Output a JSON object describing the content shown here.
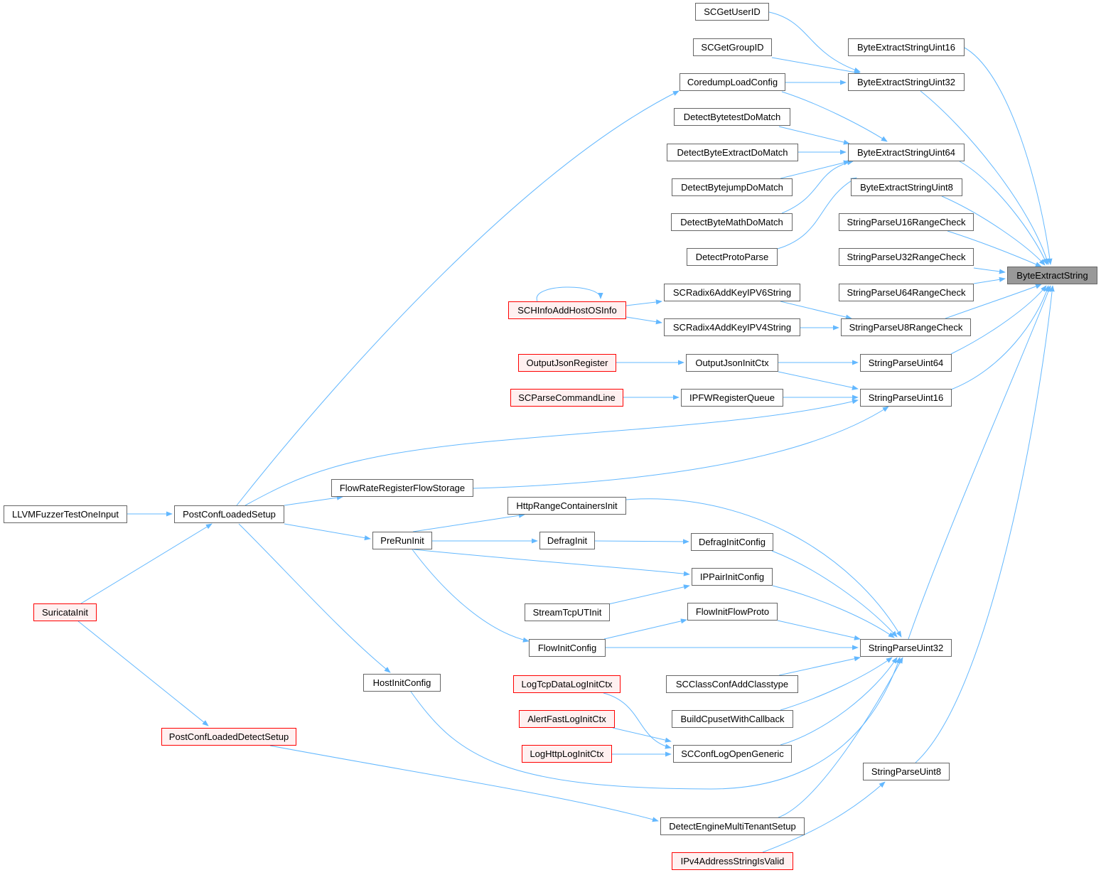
{
  "graph": {
    "edge_color": "#63b8ff",
    "node_border_color": "#666666",
    "truncated_border_color": "#ff0000",
    "truncated_fill_color": "#fff0f0",
    "root_fill_color": "#999999",
    "nodes": {
      "ByteExtractString": "ByteExtractString",
      "SCGetUserID": "SCGetUserID",
      "SCGetGroupID": "SCGetGroupID",
      "CoredumpLoadConfig": "CoredumpLoadConfig",
      "DetectBytetestDoMatch": "DetectBytetestDoMatch",
      "DetectByteExtractDoMatch": "DetectByteExtractDoMatch",
      "DetectBytejumpDoMatch": "DetectBytejumpDoMatch",
      "DetectByteMathDoMatch": "DetectByteMathDoMatch",
      "DetectProtoParse": "DetectProtoParse",
      "ByteExtractStringUint16": "ByteExtractStringUint16",
      "ByteExtractStringUint32": "ByteExtractStringUint32",
      "ByteExtractStringUint64": "ByteExtractStringUint64",
      "ByteExtractStringUint8": "ByteExtractStringUint8",
      "StringParseU16RangeCheck": "StringParseU16RangeCheck",
      "StringParseU32RangeCheck": "StringParseU32RangeCheck",
      "StringParseU64RangeCheck": "StringParseU64RangeCheck",
      "StringParseU8RangeCheck": "StringParseU8RangeCheck",
      "SCRadix6AddKeyIPV6String": "SCRadix6AddKeyIPV6String",
      "SCRadix4AddKeyIPV4String": "SCRadix4AddKeyIPV4String",
      "SCHInfoAddHostOSInfo": "SCHInfoAddHostOSInfo",
      "OutputJsonRegister": "OutputJsonRegister",
      "OutputJsonInitCtx": "OutputJsonInitCtx",
      "StringParseUint64": "StringParseUint64",
      "SCParseCommandLine": "SCParseCommandLine",
      "IPFWRegisterQueue": "IPFWRegisterQueue",
      "StringParseUint16": "StringParseUint16",
      "FlowRateRegisterFlowStorage": "FlowRateRegisterFlowStorage",
      "LLVMFuzzerTestOneInput": "LLVMFuzzerTestOneInput",
      "PostConfLoadedSetup": "PostConfLoadedSetup",
      "HttpRangeContainersInit": "HttpRangeContainersInit",
      "PreRunInit": "PreRunInit",
      "DefragInit": "DefragInit",
      "DefragInitConfig": "DefragInitConfig",
      "IPPairInitConfig": "IPPairInitConfig",
      "StreamTcpUTInit": "StreamTcpUTInit",
      "SuricataInit": "SuricataInit",
      "FlowInitFlowProto": "FlowInitFlowProto",
      "FlowInitConfig": "FlowInitConfig",
      "StringParseUint32": "StringParseUint32",
      "HostInitConfig": "HostInitConfig",
      "LogTcpDataLogInitCtx": "LogTcpDataLogInitCtx",
      "SCClassConfAddClasstype": "SCClassConfAddClasstype",
      "AlertFastLogInitCtx": "AlertFastLogInitCtx",
      "BuildCpusetWithCallback": "BuildCpusetWithCallback",
      "PostConfLoadedDetectSetup": "PostConfLoadedDetectSetup",
      "LogHttpLogInitCtx": "LogHttpLogInitCtx",
      "SCConfLogOpenGeneric": "SCConfLogOpenGeneric",
      "StringParseUint8": "StringParseUint8",
      "DetectEngineMultiTenantSetup": "DetectEngineMultiTenantSetup",
      "IPv4AddressStringIsValid": "IPv4AddressStringIsValid"
    }
  }
}
